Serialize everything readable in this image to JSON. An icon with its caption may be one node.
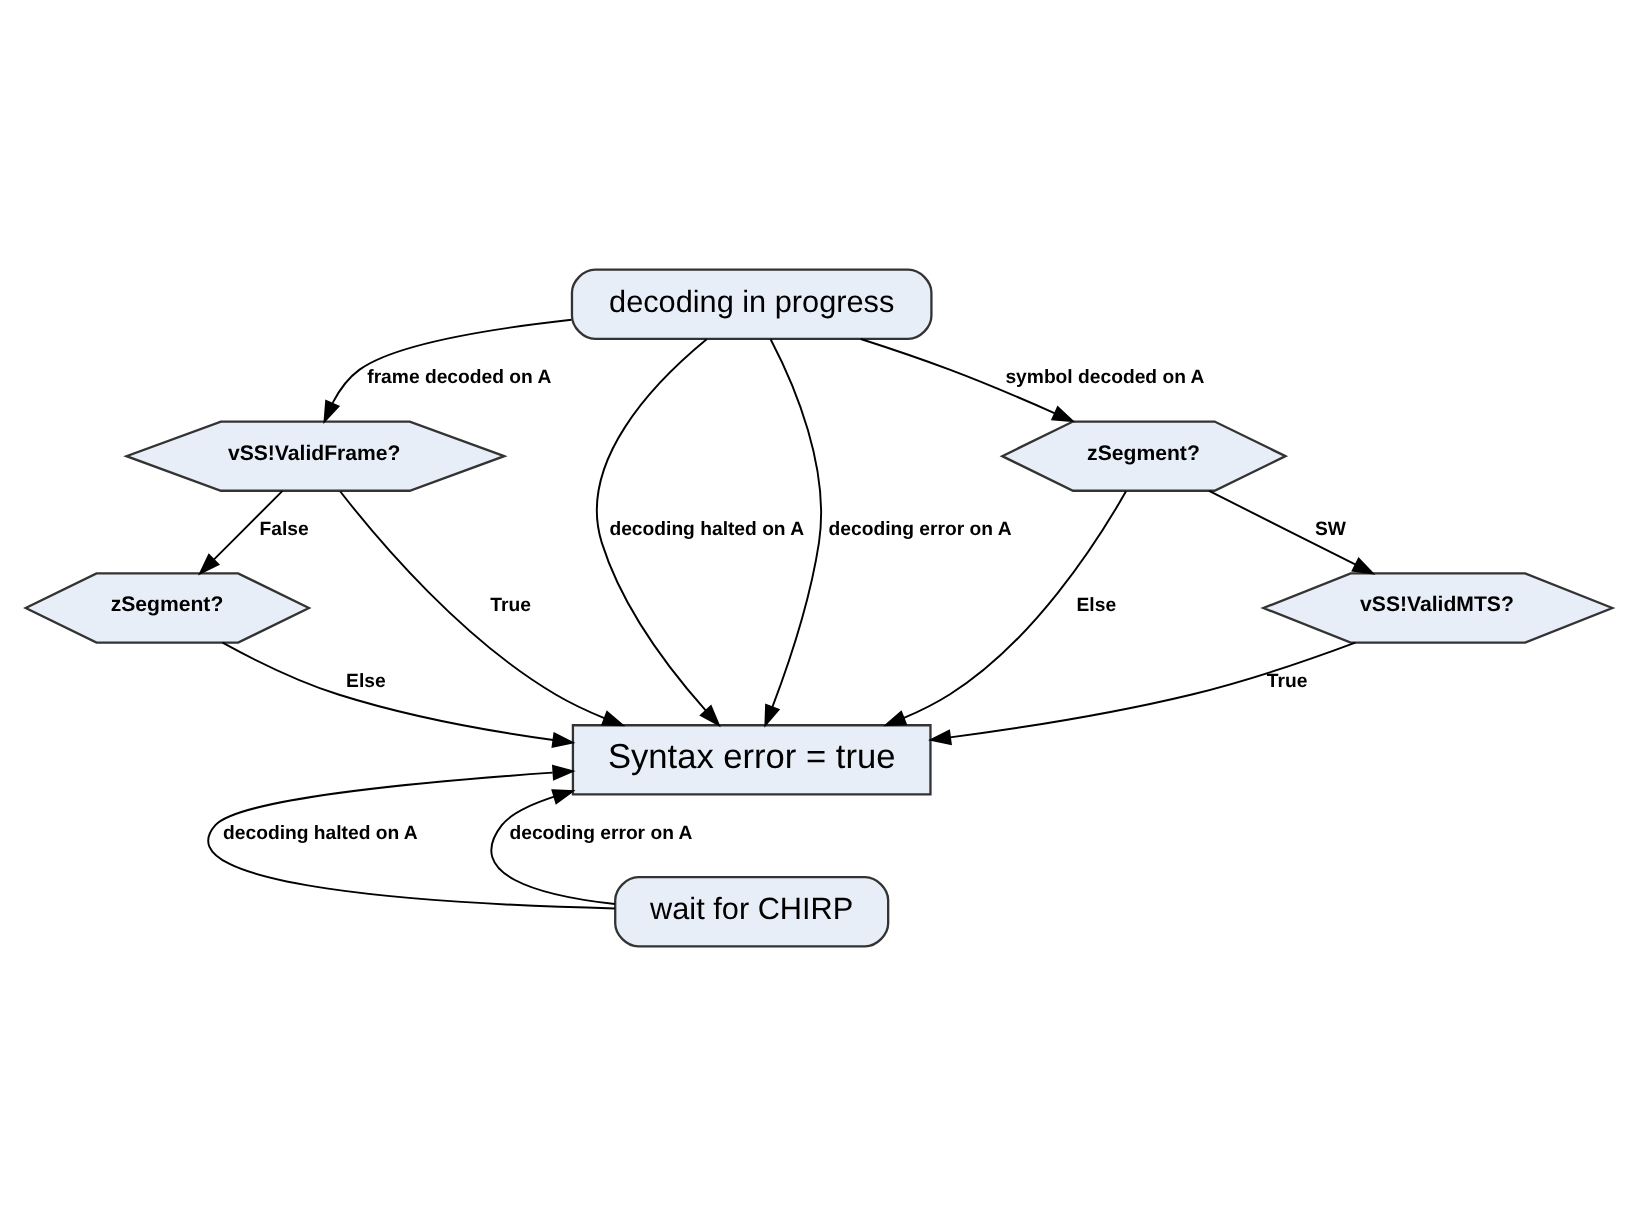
{
  "diagram": {
    "nodes": [
      {
        "text": [
          "decoding in progress"
        ]
      },
      {
        "text": [
          "vSS!ValidFrame?"
        ]
      },
      {
        "text": [
          "zSegment?"
        ]
      },
      {
        "text": [
          "Syntax error = true"
        ]
      },
      {
        "text": [
          "zSegment?"
        ]
      },
      {
        "text": [
          "vSS!ValidMTS?"
        ]
      },
      {
        "text": [
          "wait for CHIRP"
        ]
      }
    ],
    "edges": [
      {
        "from": 0,
        "to": 1,
        "arrow": "to",
        "label": "frame decoded on A"
      },
      {
        "from": 0,
        "to": 3,
        "arrow": "to",
        "label": "decoding halted on A"
      },
      {
        "from": 0,
        "to": 3,
        "arrow": "to",
        "label": "decoding error on A"
      },
      {
        "from": 0,
        "to": 4,
        "arrow": "to",
        "label": "symbol decoded on A"
      },
      {
        "from": 1,
        "to": 2,
        "arrow": "to",
        "label": "False"
      },
      {
        "from": 1,
        "to": 3,
        "arrow": "to",
        "label": "True"
      },
      {
        "from": 2,
        "to": 3,
        "arrow": "to",
        "label": "Else"
      },
      {
        "from": 4,
        "to": 5,
        "arrow": "to",
        "label": "SW"
      },
      {
        "from": 4,
        "to": 3,
        "arrow": "to",
        "label": "Else"
      },
      {
        "from": 5,
        "to": 3,
        "arrow": "to",
        "label": "True"
      },
      {
        "from": 6,
        "to": 3,
        "arrow": "to",
        "label": "decoding halted on A"
      },
      {
        "from": 6,
        "to": 3,
        "arrow": "to",
        "label": "decoding error on A"
      }
    ]
  }
}
